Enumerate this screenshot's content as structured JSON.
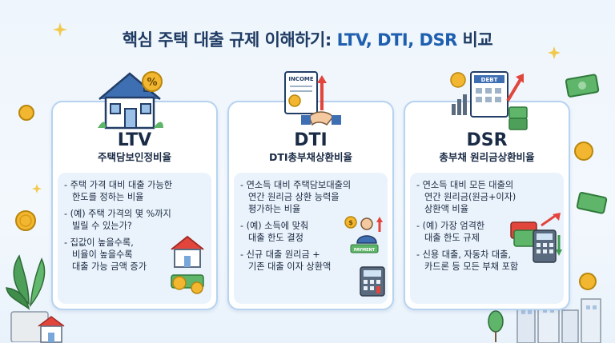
{
  "title_prefix": "핵심 주택 대출 규제 이해하기: ",
  "title_highlight": "LTV, DTI, DSR",
  "title_suffix": " 비교",
  "cards": [
    {
      "abbr": "LTV",
      "full": "주택담보인정비율",
      "bullets": [
        "주택 가격 대비 대출 가능한\n한도를 정하는 비율",
        "(예) 주택 가격의 몇 %까지\n빌릴 수 있는가?",
        "집값이 높을수록,\n비율이 높을수록\n대출 가능 금액 증가"
      ]
    },
    {
      "abbr": "DTI",
      "full": "DTI총부채상환비율",
      "bullets": [
        "연소득 대비 주택담보대출의\n연간 원리금 상환 능력을\n평가하는 비율",
        "(예) 소득에 맞춰\n대출 한도 결정",
        "신규 대출 원리금 +\n기존 대출 이자 상환액"
      ]
    },
    {
      "abbr": "DSR",
      "full": "총부채 원리금상환비율",
      "bullets": [
        "연소득 대비 모든 대출의\n연간 원리금(원금+이자)\n상환액 비율",
        "(예) 가장 엄격한\n대출 한도 규제",
        "신용 대출, 자동차 대출,\n카드론 등 모든 부채 포함"
      ]
    }
  ],
  "icon_labels": {
    "income": "INCOME",
    "debt": "DEBT",
    "percent": "%",
    "dollar": "$",
    "payment": "PAYMENT"
  },
  "colors": {
    "title": "#1f3b63",
    "card_border": "#b7d3ef",
    "card_body": "#eaf3fc",
    "accent_red": "#e2453c",
    "accent_green": "#3f9b4f",
    "coin": "#f2b630"
  }
}
